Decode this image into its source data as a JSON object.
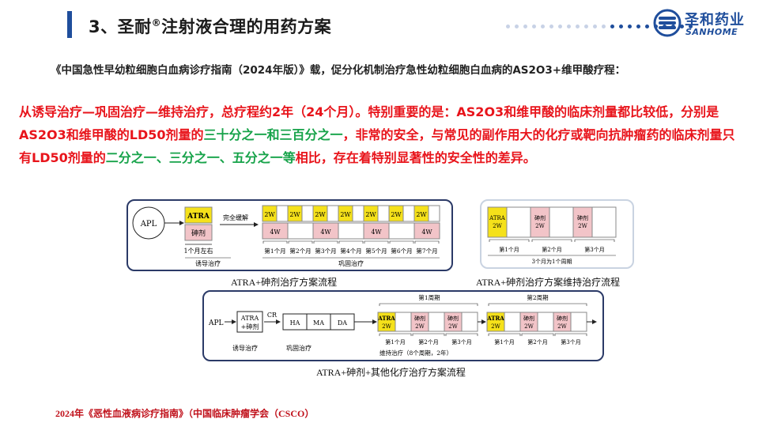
{
  "header": {
    "title_main": "3、圣耐",
    "title_reg": "®",
    "title_rest": "注射液合理的用药方案"
  },
  "logo": {
    "name_cn": "圣和药业",
    "name_en": "SANHOME"
  },
  "colors": {
    "brand": "#1f4e9c",
    "highlight": "#e8141b",
    "green": "#17a34a",
    "atra": "#f5e11a",
    "arsenic": "#f2c4c8"
  },
  "intro": {
    "text": "《中国急性早幼粒细胞白血病诊疗指南（2024年版）》载，促分化机制治疗急性幼粒细胞白血病的AS2O3+维甲酸疗程："
  },
  "highlight": {
    "p1": "从诱导治疗—巩固治疗—维持治疗，总疗程约2年（24个月）。特别重要的是：AS2O3和维甲酸的临床剂量都比较低，分别是AS2O3和维甲酸的LD50剂量的",
    "g1": "三十分之一和三百分之一",
    "p2": "，非常的安全，与常见的副作用大的化疗或靶向抗肿瘤药的临床剂量只有LD50剂量的",
    "g2": "二分之一、三分之一、五分之一等",
    "p3": "相比，存在着特别显著性的安全性的差异。"
  },
  "diagram1": {
    "caption": "ATRA+砷剂治疗方案流程",
    "start": "APL",
    "atra": "ATRA",
    "arsenic": "砷剂",
    "induction_time": "1个月左右",
    "induction_label": "诱导治疗",
    "arrow_label": "完全缓解",
    "block_2w": "2W",
    "block_4w": "4W",
    "months": [
      "第1个月",
      "第2个月",
      "第3个月",
      "第4个月",
      "第5个月",
      "第6个月",
      "第7个月"
    ],
    "consolidation_label": "巩固治疗"
  },
  "diagram2": {
    "caption": "ATRA+砷剂治疗方案维持治疗流程",
    "boxes": [
      "ATRA\n2W",
      "砷剂\n2W",
      "砷剂\n2W"
    ],
    "atra": "ATRA",
    "arsenic": "砷剂",
    "dur": "2W",
    "months": [
      "第1个月",
      "第2个月",
      "第3个月"
    ],
    "cycle_label": "3个月为1个周期"
  },
  "diagram3": {
    "caption": "ATRA+砷剂+其他化疗治疗方案流程",
    "start": "APL",
    "induction_box_1": "ATRA",
    "induction_box_2": "+砷剂",
    "induction_label": "诱导治疗",
    "cr": "CR",
    "chemo": [
      "HA",
      "MA",
      "DA"
    ],
    "consolidation_label": "巩固治疗",
    "cycle1": "第1周期",
    "cycle2": "第2周期",
    "atra": "ATRA",
    "arsenic": "砷剂",
    "dur": "2W",
    "months": [
      "第1个月",
      "第2个月",
      "第3个月"
    ],
    "maintenance_label": "维持治疗（8个周期，2年）"
  },
  "footer": {
    "reference": "2024年《恶性血液病诊疗指南》（中国临床肿瘤学会（CSCO）"
  }
}
